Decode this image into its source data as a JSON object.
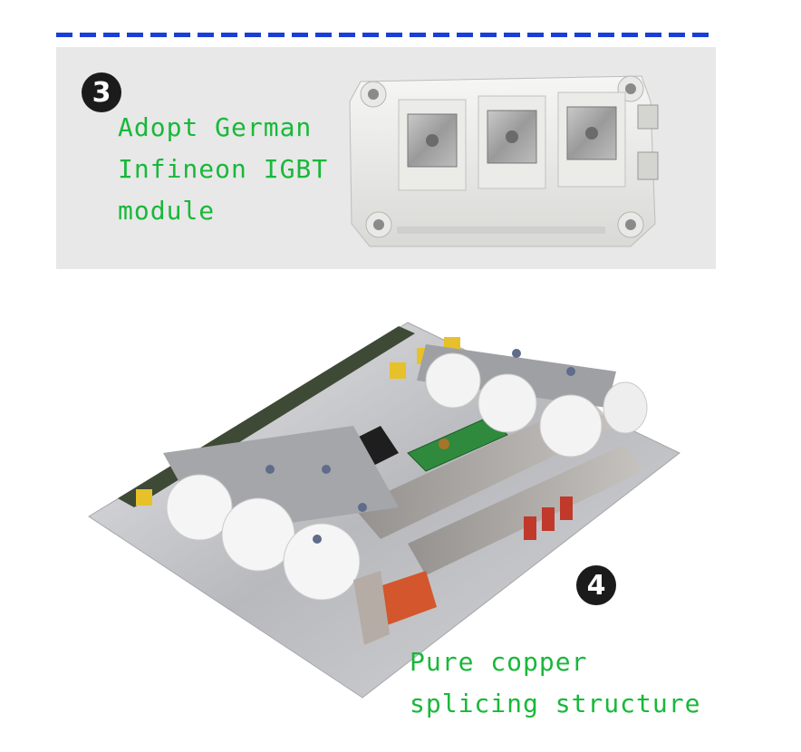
{
  "section3": {
    "badge": "3",
    "caption_lines": [
      "Adopt German",
      "Infineon IGBT",
      "module"
    ],
    "image_icon": "igbt-module-photo"
  },
  "section4": {
    "badge": "4",
    "caption_lines": [
      "Pure copper",
      "splicing structure"
    ],
    "image_icon": "circuit-board-photo"
  },
  "colors": {
    "caption_green": "#19b83a",
    "dash_blue": "#1a3fd6",
    "panel_gray": "#e8e8e8",
    "badge_black": "#1b1b1b"
  }
}
